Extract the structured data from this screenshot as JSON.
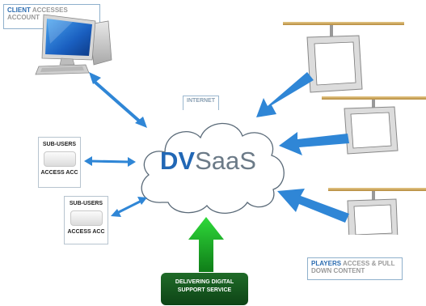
{
  "client": {
    "highlight": "CLIENT",
    "text1": "ACCESSES",
    "text2": "ACCOUNT"
  },
  "internet": {
    "label": "INTERNET"
  },
  "brand": {
    "bold": "DV",
    "light": "SaaS"
  },
  "sub_users": [
    {
      "title": "SUB-USERS",
      "caption": "ACCESS ACC"
    },
    {
      "title": "SUB-USERS",
      "caption": "ACCESS ACC"
    }
  ],
  "players": {
    "highlight": "PLAYERS",
    "text1": "ACCESS & PULL",
    "text2": "DOWN CONTENT"
  },
  "support": {
    "line1": "DELIVERING DIGITAL",
    "line2": "SUPPORT SERVICE"
  },
  "colors": {
    "arrow_blue": "#2f86d6",
    "arrow_green": "#1ea626",
    "brand_blue": "#2167b5",
    "brand_grey": "#6b7a87"
  }
}
